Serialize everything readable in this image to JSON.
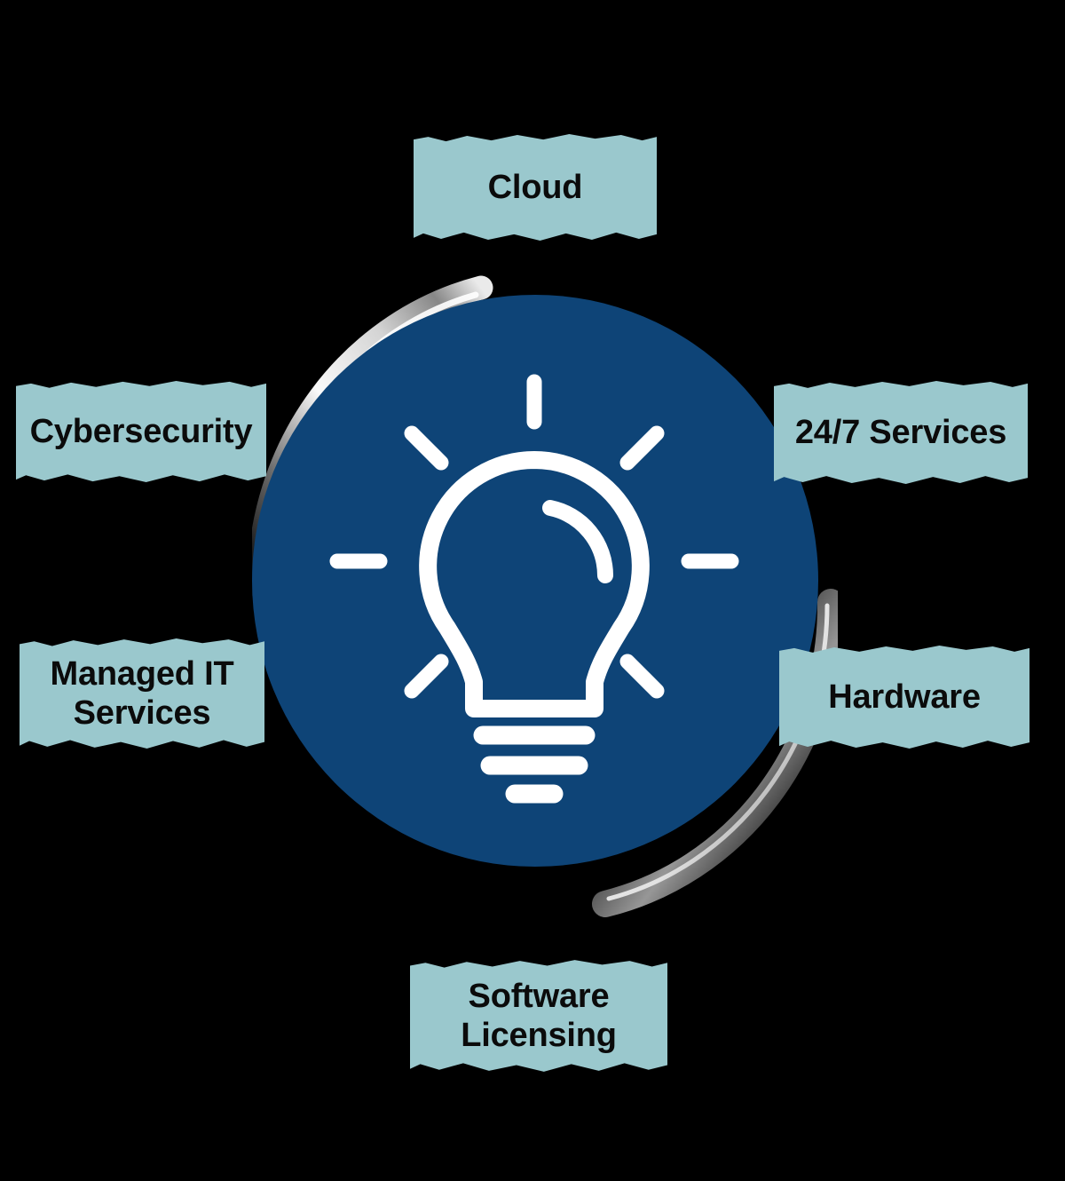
{
  "diagram": {
    "type": "hub-and-spoke",
    "center": {
      "icon": "lightbulb-icon",
      "shape": "circle",
      "fill_color": "#0e4477",
      "icon_color": "#ffffff"
    },
    "decorations": [
      {
        "name": "top-left-arc",
        "style": "metallic-silver-crescent"
      },
      {
        "name": "bottom-right-arc",
        "style": "metallic-dark-crescent"
      }
    ],
    "label_style": {
      "background_color": "#9ac8cd",
      "text_color": "#0b0b0b",
      "edge": "torn-paper"
    },
    "background_color": "#000000",
    "labels": [
      {
        "id": "cloud",
        "text": "Cloud",
        "position": "top"
      },
      {
        "id": "cyber",
        "text": "Cybersecurity",
        "position": "left-upper"
      },
      {
        "id": "247",
        "text": "24/7 Services",
        "position": "right-upper"
      },
      {
        "id": "managed",
        "text": "Managed IT\nServices",
        "position": "left-lower"
      },
      {
        "id": "hardware",
        "text": "Hardware",
        "position": "right-lower"
      },
      {
        "id": "software",
        "text": "Software\nLicensing",
        "position": "bottom"
      }
    ]
  }
}
